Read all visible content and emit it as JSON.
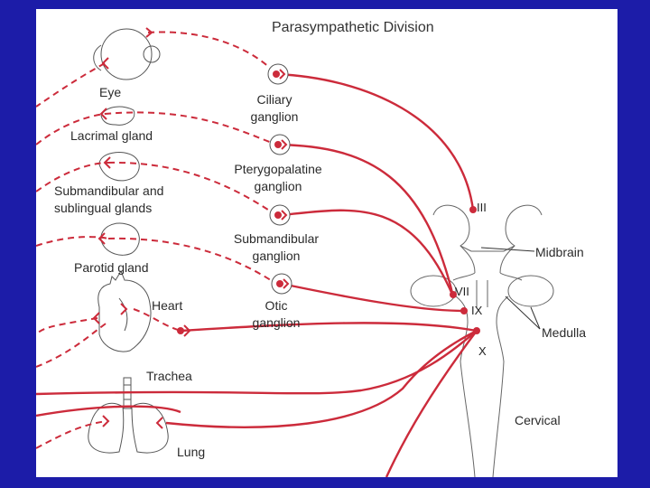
{
  "title": "Parasympathetic Division",
  "organs": {
    "eye": "Eye",
    "lacrimal": "Lacrimal gland",
    "submandibular_line1": "Submandibular and",
    "submandibular_line2": "sublingual glands",
    "parotid": "Parotid gland",
    "heart": "Heart",
    "trachea": "Trachea",
    "lung": "Lung"
  },
  "ganglia": {
    "ciliary_line1": "Ciliary",
    "ciliary_line2": "ganglion",
    "ptery_line1": "Pterygopalatine",
    "ptery_line2": "ganglion",
    "submand_line1": "Submandibular",
    "submand_line2": "ganglion",
    "otic_line1": "Otic",
    "otic_line2": "ganglion"
  },
  "brain": {
    "midbrain": "Midbrain",
    "medulla": "Medulla",
    "cervical": "Cervical"
  },
  "nerves": {
    "n3": "III",
    "n7": "VII",
    "n9": "IX",
    "n10": "X"
  },
  "colors": {
    "nerve": "#cc2b3b",
    "frame": "#1c1ca8",
    "outline": "#555555"
  }
}
